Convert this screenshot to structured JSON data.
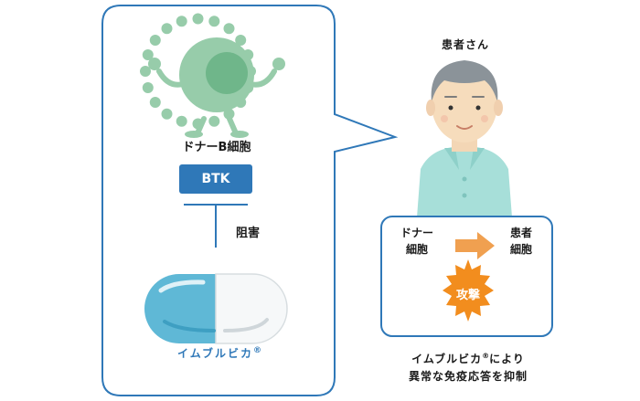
{
  "donor_cell": {
    "label": "ドナーB細胞"
  },
  "btk": {
    "label": "BTK"
  },
  "inhibition": {
    "label": "阻害"
  },
  "drug": {
    "name": "イムブルビカ",
    "mark": "®"
  },
  "patient": {
    "label": "患者さん"
  },
  "attack_box": {
    "donor_line1": "ドナー",
    "donor_line2": "細胞",
    "patient_line1": "患者",
    "patient_line2": "細胞",
    "attack": "攻撃"
  },
  "caption": {
    "line1_a": "イムブルビカ",
    "line1_mark": "®",
    "line1_b": "により",
    "line2": "異常な免疫応答を抑制"
  },
  "colors": {
    "bubble_border": "#2f78b8",
    "cell": "#97ccaa",
    "cell_nucleus": "#6fb68a",
    "btk": "#2f78b8",
    "capsule_blue": "#5fb8d6",
    "patient_shirt": "#a7dfd9",
    "arrow": "#f0a050",
    "starburst": "#f28d1e"
  }
}
